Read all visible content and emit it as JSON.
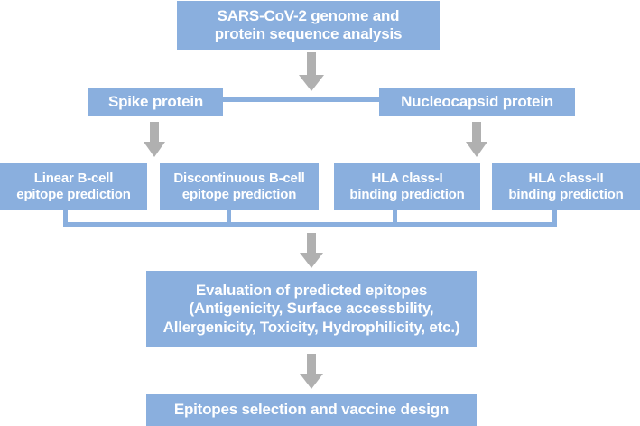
{
  "diagram": {
    "title_node": {
      "line1": "SARS-CoV-2 genome  and",
      "line2": "protein sequence analysis"
    },
    "proteins": [
      {
        "label": "Spike protein"
      },
      {
        "label": "Nucleocapsid protein"
      }
    ],
    "predictions": [
      {
        "line1": "Linear B-cell",
        "line2": "epitope prediction"
      },
      {
        "line1": "Discontinuous B-cell",
        "line2": "epitope prediction"
      },
      {
        "line1": "HLA class-I",
        "line2": "binding prediction"
      },
      {
        "line1": "HLA class-II",
        "line2": "binding prediction"
      }
    ],
    "evaluation": {
      "line1": "Evaluation of predicted epitopes",
      "line2": "(Antigenicity, Surface accessbility,",
      "line3": "Allergenicity, Toxicity, Hydrophilicity, etc.)"
    },
    "outcome": {
      "label": "Epitopes selection and vaccine design"
    },
    "colors": {
      "node_fill": "#8AAFDE",
      "node_text": "#FFFFFF",
      "arrow_fill": "#B0B0B0",
      "connector": "#8AAFDE",
      "background": "#FFFFFF"
    },
    "icons": {
      "arrow_down": "arrow-down-icon",
      "bracket_join": "bracket-join-icon",
      "horizontal_link": "horizontal-link-icon"
    }
  }
}
